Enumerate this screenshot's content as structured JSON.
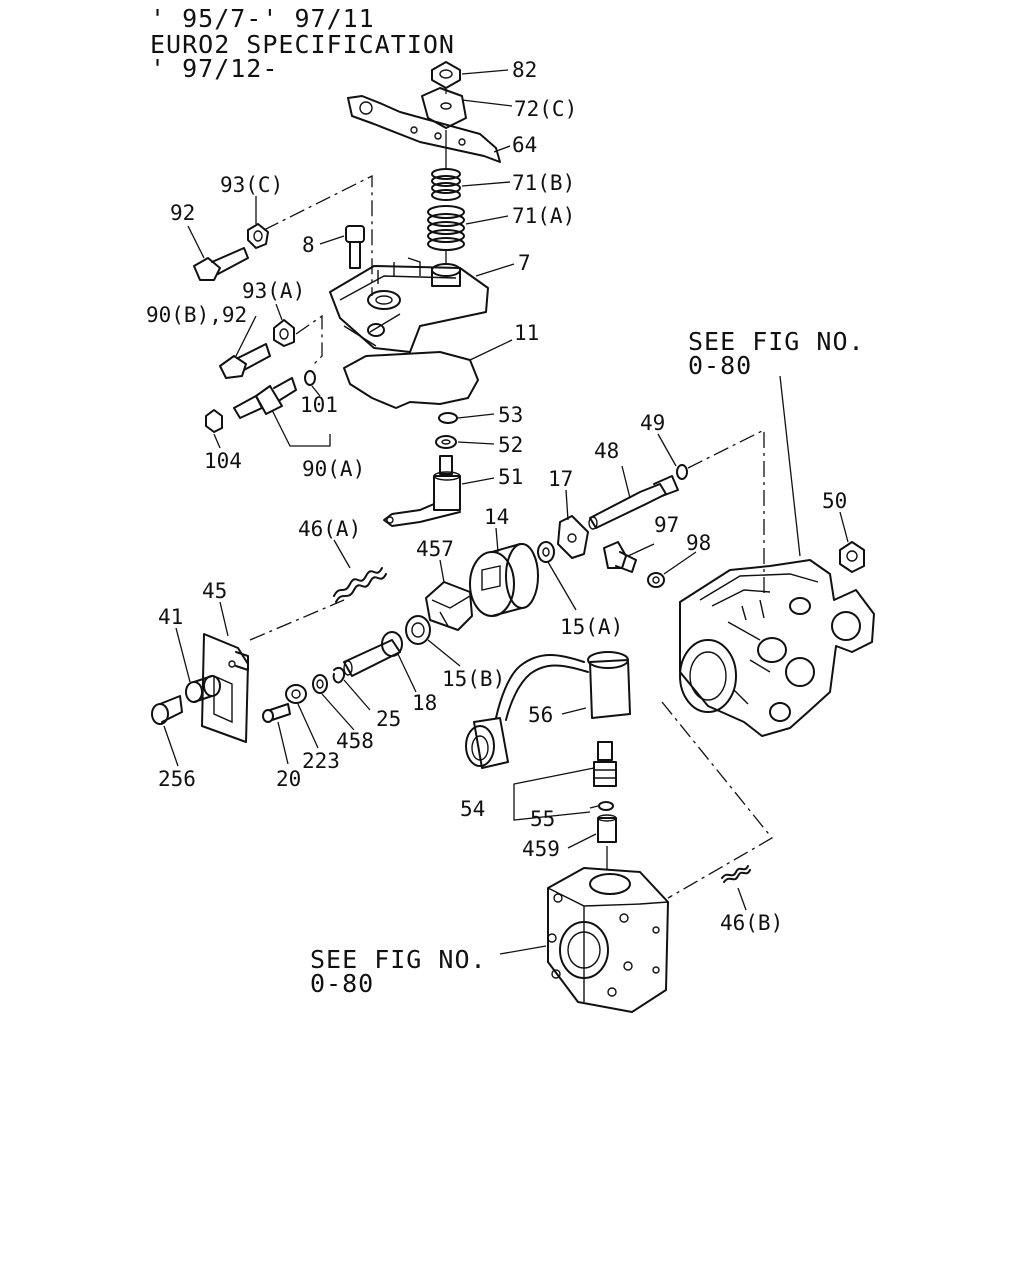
{
  "header": {
    "line1": "' 95/7-' 97/11",
    "line2": "EURO2 SPECIFICATION",
    "line3": "' 97/12-"
  },
  "refs": {
    "top_see": "SEE FIG NO.",
    "top_num": "0-80",
    "bottom_see": "SEE FIG NO.",
    "bottom_num": "0-80"
  },
  "labels": {
    "p82": "82",
    "p72c": "72(C)",
    "p64": "64",
    "p71b": "71(B)",
    "p71a": "71(A)",
    "p93c": "93(C)",
    "p92": "92",
    "p8": "8",
    "p7": "7",
    "p93a": "93(A)",
    "p90b92": "90(B),92",
    "p11": "11",
    "p101": "101",
    "p104": "104",
    "p90a": "90(A)",
    "p53": "53",
    "p52": "52",
    "p51": "51",
    "p49": "49",
    "p48": "48",
    "p17": "17",
    "p14": "14",
    "p457": "457",
    "p46a": "46(A)",
    "p45": "45",
    "p41": "41",
    "p97": "97",
    "p98": "98",
    "p50": "50",
    "p15a": "15(A)",
    "p15b": "15(B)",
    "p18": "18",
    "p25": "25",
    "p458": "458",
    "p223": "223",
    "p20": "20",
    "p256": "256",
    "p56": "56",
    "p54": "54",
    "p55": "55",
    "p459": "459",
    "p46b": "46(B)"
  }
}
